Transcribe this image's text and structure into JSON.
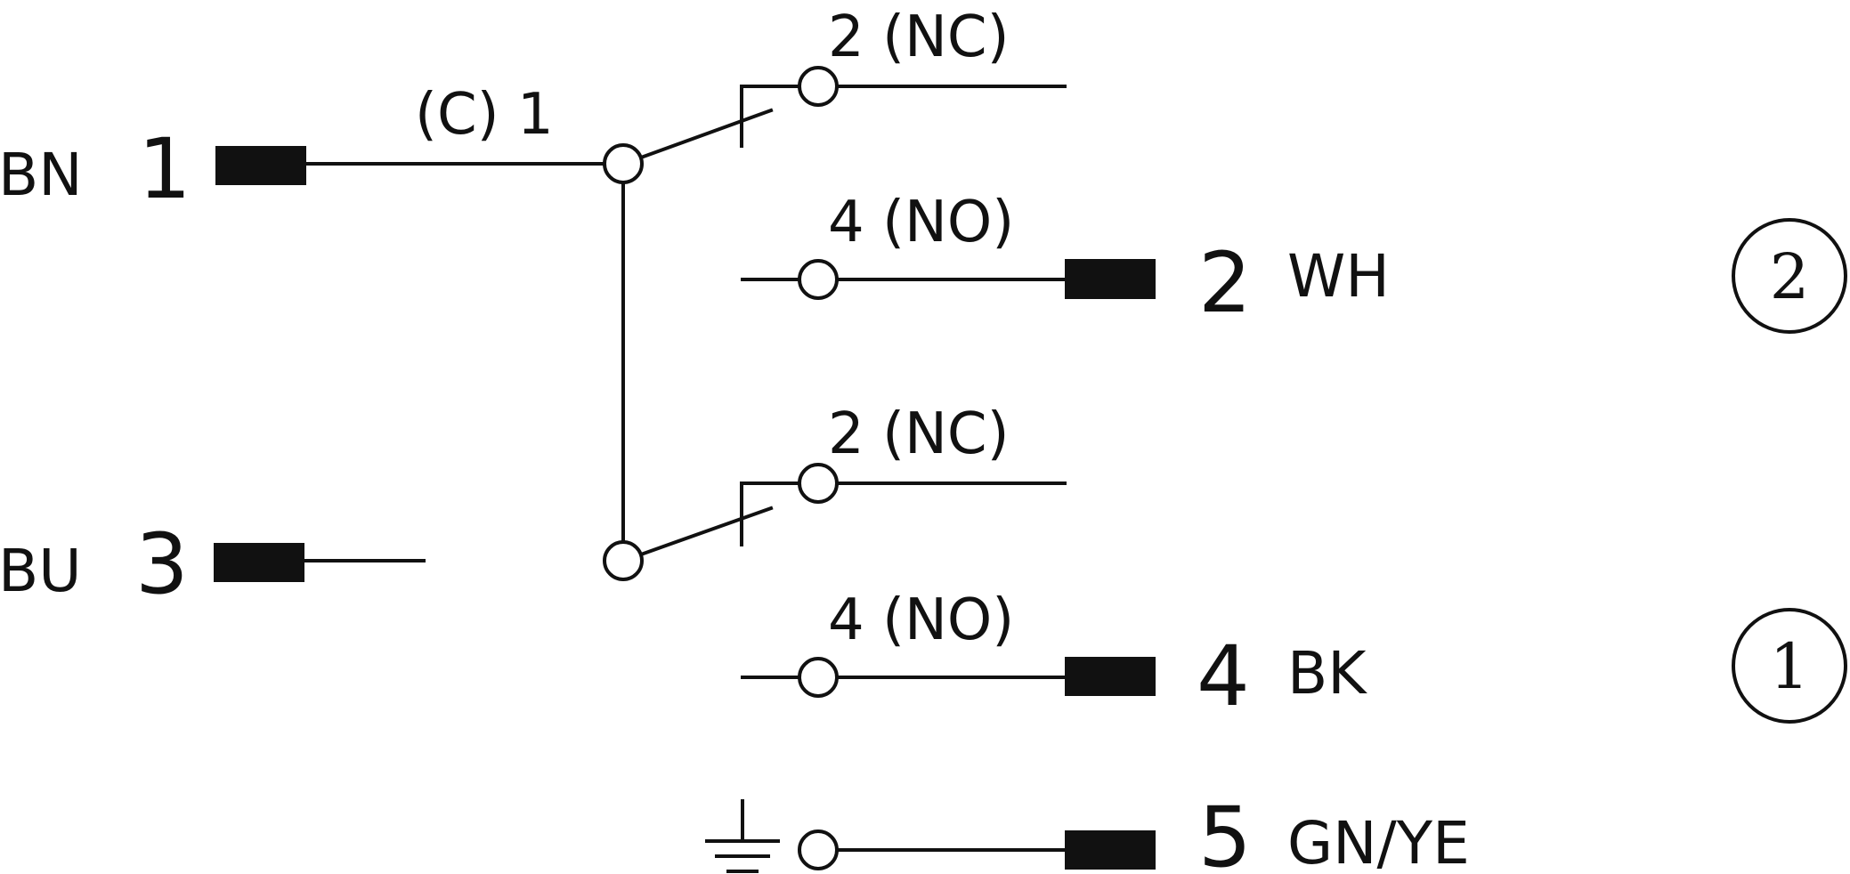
{
  "diagram": {
    "left_pins": [
      {
        "color": "BN",
        "number": "1"
      },
      {
        "color": "BU",
        "number": "3"
      }
    ],
    "common_label": "(C) 1",
    "contacts": [
      {
        "label": "2 (NC)"
      },
      {
        "label": "4 (NO)"
      },
      {
        "label": "2 (NC)"
      },
      {
        "label": "4 (NO)"
      }
    ],
    "right_pins": [
      {
        "number": "2",
        "color": "WH"
      },
      {
        "number": "4",
        "color": "BK"
      },
      {
        "number": "5",
        "color": "GN/YE"
      }
    ],
    "circles": [
      "2",
      "1"
    ]
  }
}
